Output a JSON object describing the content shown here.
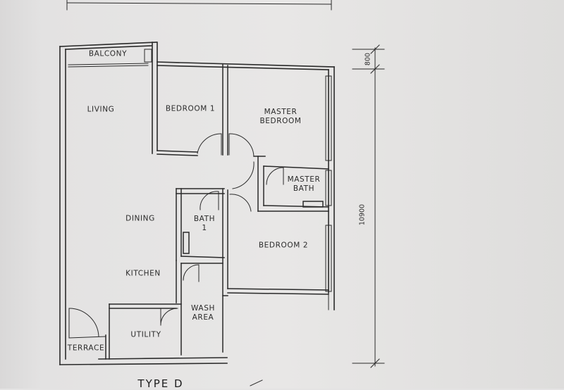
{
  "plan": {
    "title": "TYPE D",
    "rooms": {
      "balcony": "BALCONY",
      "living": "LIVING",
      "bedroom_1": "BEDROOM 1",
      "master_bedroom": "MASTER\nBEDROOM",
      "master_bath": "MASTER\nBATH",
      "dining": "DINING",
      "bath_1": "BATH\n1",
      "bedroom_2": "BEDROOM 2",
      "kitchen": "KITCHEN",
      "wash_area": "WASH\nAREA",
      "utility": "UTILITY",
      "terrace": "TERRACE"
    },
    "dimensions": {
      "top_offset": "800",
      "overall_depth": "10900"
    }
  },
  "colors": {
    "ink": "#2a2a2a",
    "paper": "#e6e5e4"
  }
}
